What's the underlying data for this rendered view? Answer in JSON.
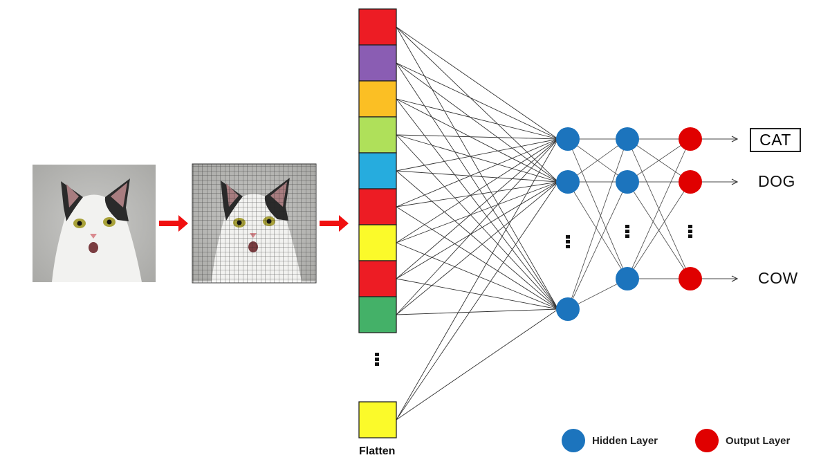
{
  "flatten_label": "Flatten",
  "flatten_colors": [
    "#ed1c24",
    "#8a5db3",
    "#fbbf24",
    "#afe05a",
    "#26acde",
    "#ed1c24",
    "#fbfa2a",
    "#ed1c24",
    "#44b168"
  ],
  "flatten_last_color": "#fbfa2a",
  "classes": [
    "CAT",
    "DOG",
    "COW"
  ],
  "selected_class": "CAT",
  "legend": {
    "hidden": {
      "label": "Hidden Layer",
      "color": "#1c74bd"
    },
    "output": {
      "label": "Output Layer",
      "color": "#e00000"
    }
  },
  "arrow_color": "#f01010"
}
